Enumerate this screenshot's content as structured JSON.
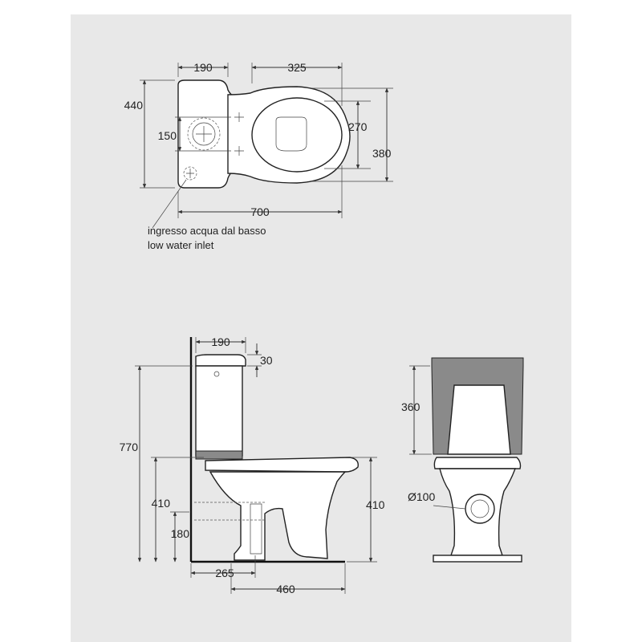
{
  "top_view": {
    "dims": {
      "tank_width": "190",
      "bowl_width": "325",
      "overall_depth": "440",
      "hole_spacing": "150",
      "seat_depth": "270",
      "bowl_depth": "380",
      "overall_length": "700"
    },
    "note_it": "ingresso acqua dal basso",
    "note_en": "low water inlet"
  },
  "side_view": {
    "dims": {
      "tank_width": "190",
      "lid_height": "30",
      "total_height": "770",
      "seat_height": "410",
      "outlet_height": "180",
      "outlet_offset": "265",
      "depth": "460",
      "seat_height_right": "410"
    }
  },
  "front_view": {
    "dims": {
      "tank_height": "360",
      "outlet_diameter": "Ø100"
    }
  },
  "colors": {
    "background": "#e8e8e8",
    "line": "#222222"
  }
}
